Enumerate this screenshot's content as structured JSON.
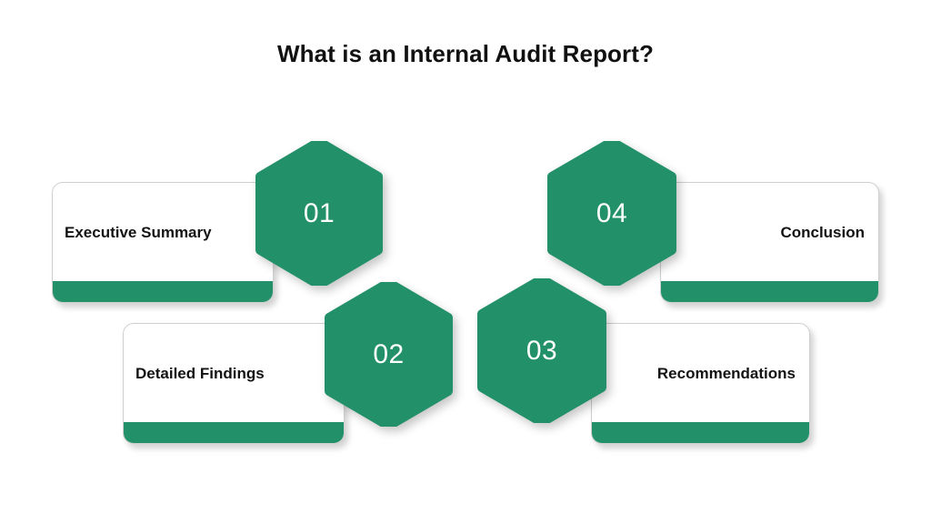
{
  "page": {
    "title": "What is an Internal Audit Report?",
    "background_color": "#ffffff",
    "accent_color": "#229069",
    "text_color": "#131313",
    "card_border_color": "#cfcfcf",
    "number_text_color": "#ffffff"
  },
  "steps": [
    {
      "number": "01",
      "label": "Executive Summary",
      "hex_side": "right",
      "label_align": "left"
    },
    {
      "number": "02",
      "label": "Detailed Findings",
      "hex_side": "right",
      "label_align": "left"
    },
    {
      "number": "03",
      "label": "Recommendations",
      "hex_side": "left",
      "label_align": "right"
    },
    {
      "number": "04",
      "label": "Conclusion",
      "hex_side": "left",
      "label_align": "right"
    }
  ]
}
